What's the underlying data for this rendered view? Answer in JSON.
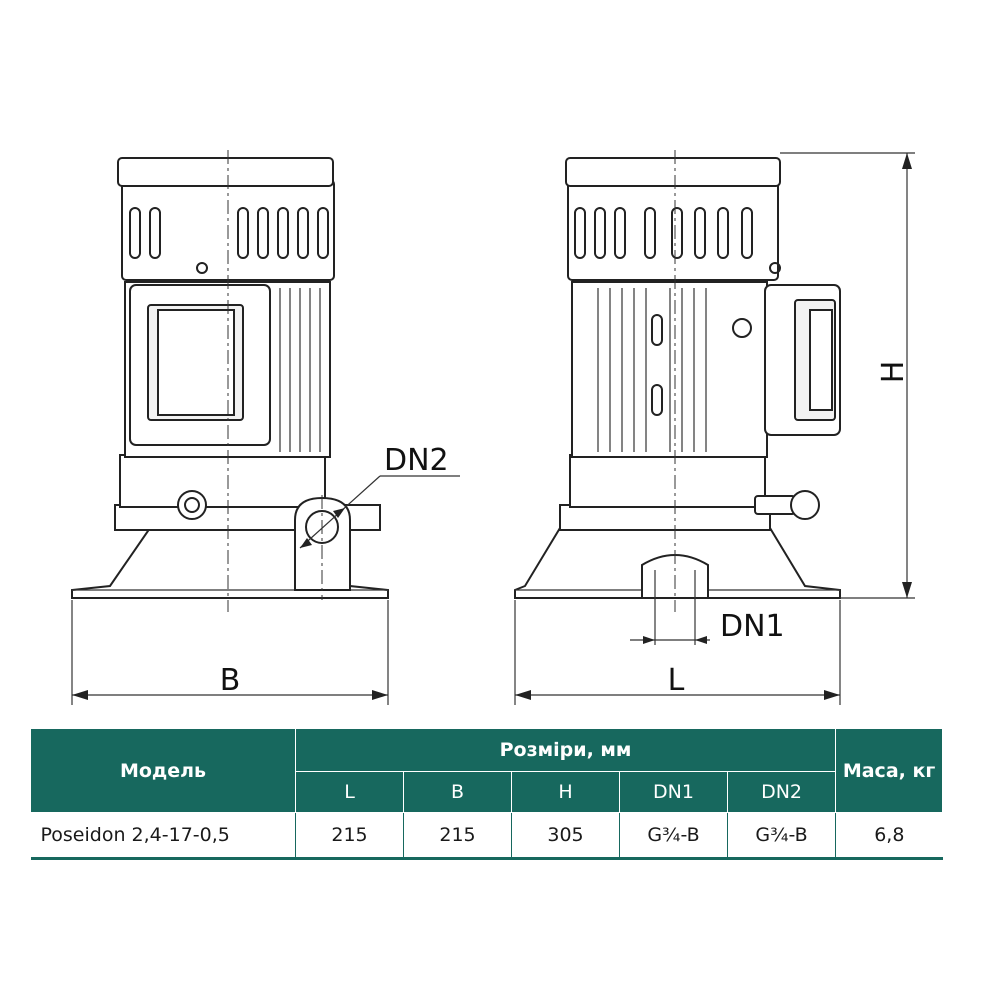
{
  "drawing": {
    "labels": {
      "dn2": "DN2",
      "dn1": "DN1",
      "h": "H",
      "b": "B",
      "l": "L"
    }
  },
  "table": {
    "header": {
      "model": "Модель",
      "dimensions": "Розміри, мм",
      "mass": "Маса, кг",
      "columns": [
        "L",
        "B",
        "H",
        "DN1",
        "DN2"
      ]
    },
    "rows": [
      {
        "model": "Poseidon 2,4-17-0,5",
        "L": "215",
        "B": "215",
        "H": "305",
        "DN1": "G¾-B",
        "DN2": "G¾-B",
        "mass": "6,8"
      }
    ]
  },
  "colors": {
    "table_header": "#17685e",
    "line": "#222222"
  }
}
